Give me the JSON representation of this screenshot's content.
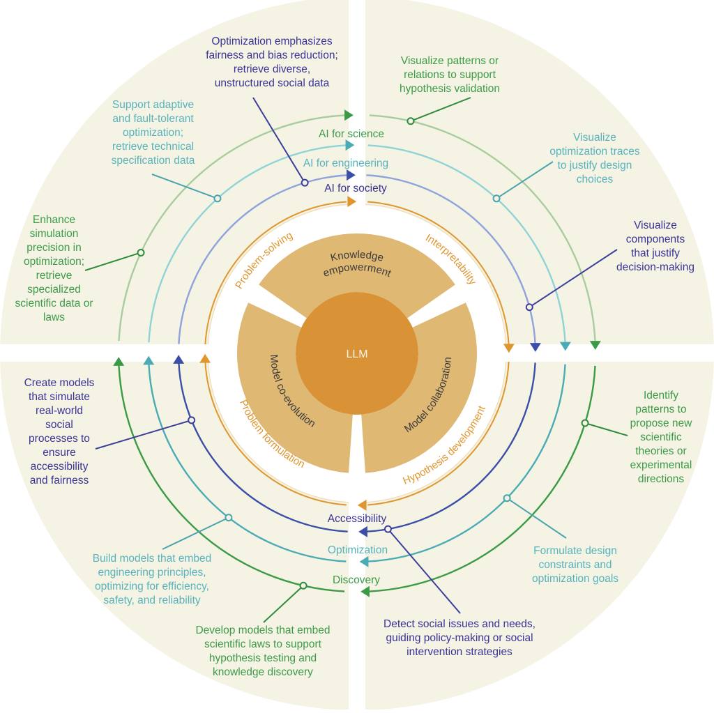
{
  "colors": {
    "quadrant_bg": "#f5f3e4",
    "inner_white": "#ffffff",
    "segment": "#dfb874",
    "core": "#d99336",
    "orange": "#e0962f",
    "green": "#3d9a48",
    "green_light": "#a8cc9e",
    "green_dark": "#3a9a45",
    "teal": "#56b3bd",
    "teal_light": "#8fd3d8",
    "teal_dark": "#4aabb5",
    "navy": "#3a3395",
    "blue_light": "#8ea3dc",
    "blue_dark": "#3c4fa8",
    "segment_text": "#3b3b3b",
    "core_text": "#fdf6e6"
  },
  "core": {
    "label": "LLM"
  },
  "segments": [
    {
      "id": "knowledge",
      "label": "Knowledge empowerment",
      "line1": "Knowledge",
      "line2": "empowerment"
    },
    {
      "id": "collaboration",
      "label": "Model collaboration"
    },
    {
      "id": "coevolution",
      "label": "Model co-evolution"
    }
  ],
  "stages": [
    {
      "id": "problem-solving",
      "label": "Problem-solving",
      "icon": "arrow-right-icon"
    },
    {
      "id": "interpretability",
      "label": "Interpretability",
      "icon": "arrow-down-icon"
    },
    {
      "id": "hypothesis-development",
      "label": "Hypothesis development",
      "icon": "arrow-left-icon"
    },
    {
      "id": "problem-formulation",
      "label": "Problem formulation",
      "icon": "arrow-up-icon"
    }
  ],
  "domains_top": [
    {
      "id": "science",
      "label": "AI for science",
      "color": "#3d9a48"
    },
    {
      "id": "engineering",
      "label": "AI for engineering",
      "color": "#56b3bd"
    },
    {
      "id": "society",
      "label": "AI for society",
      "color": "#3a3395"
    }
  ],
  "goals_bottom": [
    {
      "id": "accessibility",
      "label": "Accessibility",
      "color": "#3a3395"
    },
    {
      "id": "optimization",
      "label": "Optimization",
      "color": "#56b3bd"
    },
    {
      "id": "discovery",
      "label": "Discovery",
      "color": "#3d9a48"
    }
  ],
  "annotations": {
    "top_left": {
      "science": "Enhance\nsimulation\nprecision in\noptimization;\nretrieve\nspecialized\nscientific data or\nlaws",
      "engineering": "Support adaptive\nand fault-tolerant\noptimization;\nretrieve technical\nspecification data",
      "society": "Optimization emphasizes\nfairness and bias reduction;\nretrieve diverse,\nunstructured social data"
    },
    "top_right": {
      "science": "Visualize patterns or\nrelations to support\nhypothesis validation",
      "engineering": "Visualize\noptimization traces\nto justify design\nchoices",
      "society": "Visualize\ncomponents\nthat justify\ndecision-making"
    },
    "bottom_right": {
      "science": "Identify\npatterns to\npropose new\nscientific\ntheories or\nexperimental\ndirections",
      "engineering": "Formulate design\nconstraints and\noptimization goals",
      "society": "Detect social issues and needs,\nguiding policy-making or social\nintervention strategies"
    },
    "bottom_left": {
      "society": "Create models\nthat simulate\nreal-world\nsocial\nprocesses to\nensure\naccessibility\nand fairness",
      "engineering": "Build models that embed\nengineering principles,\noptimizing for efficiency,\nsafety, and reliability",
      "science": "Develop models that embed\nscientific laws to support\nhypothesis testing and\nknowledge discovery"
    }
  }
}
